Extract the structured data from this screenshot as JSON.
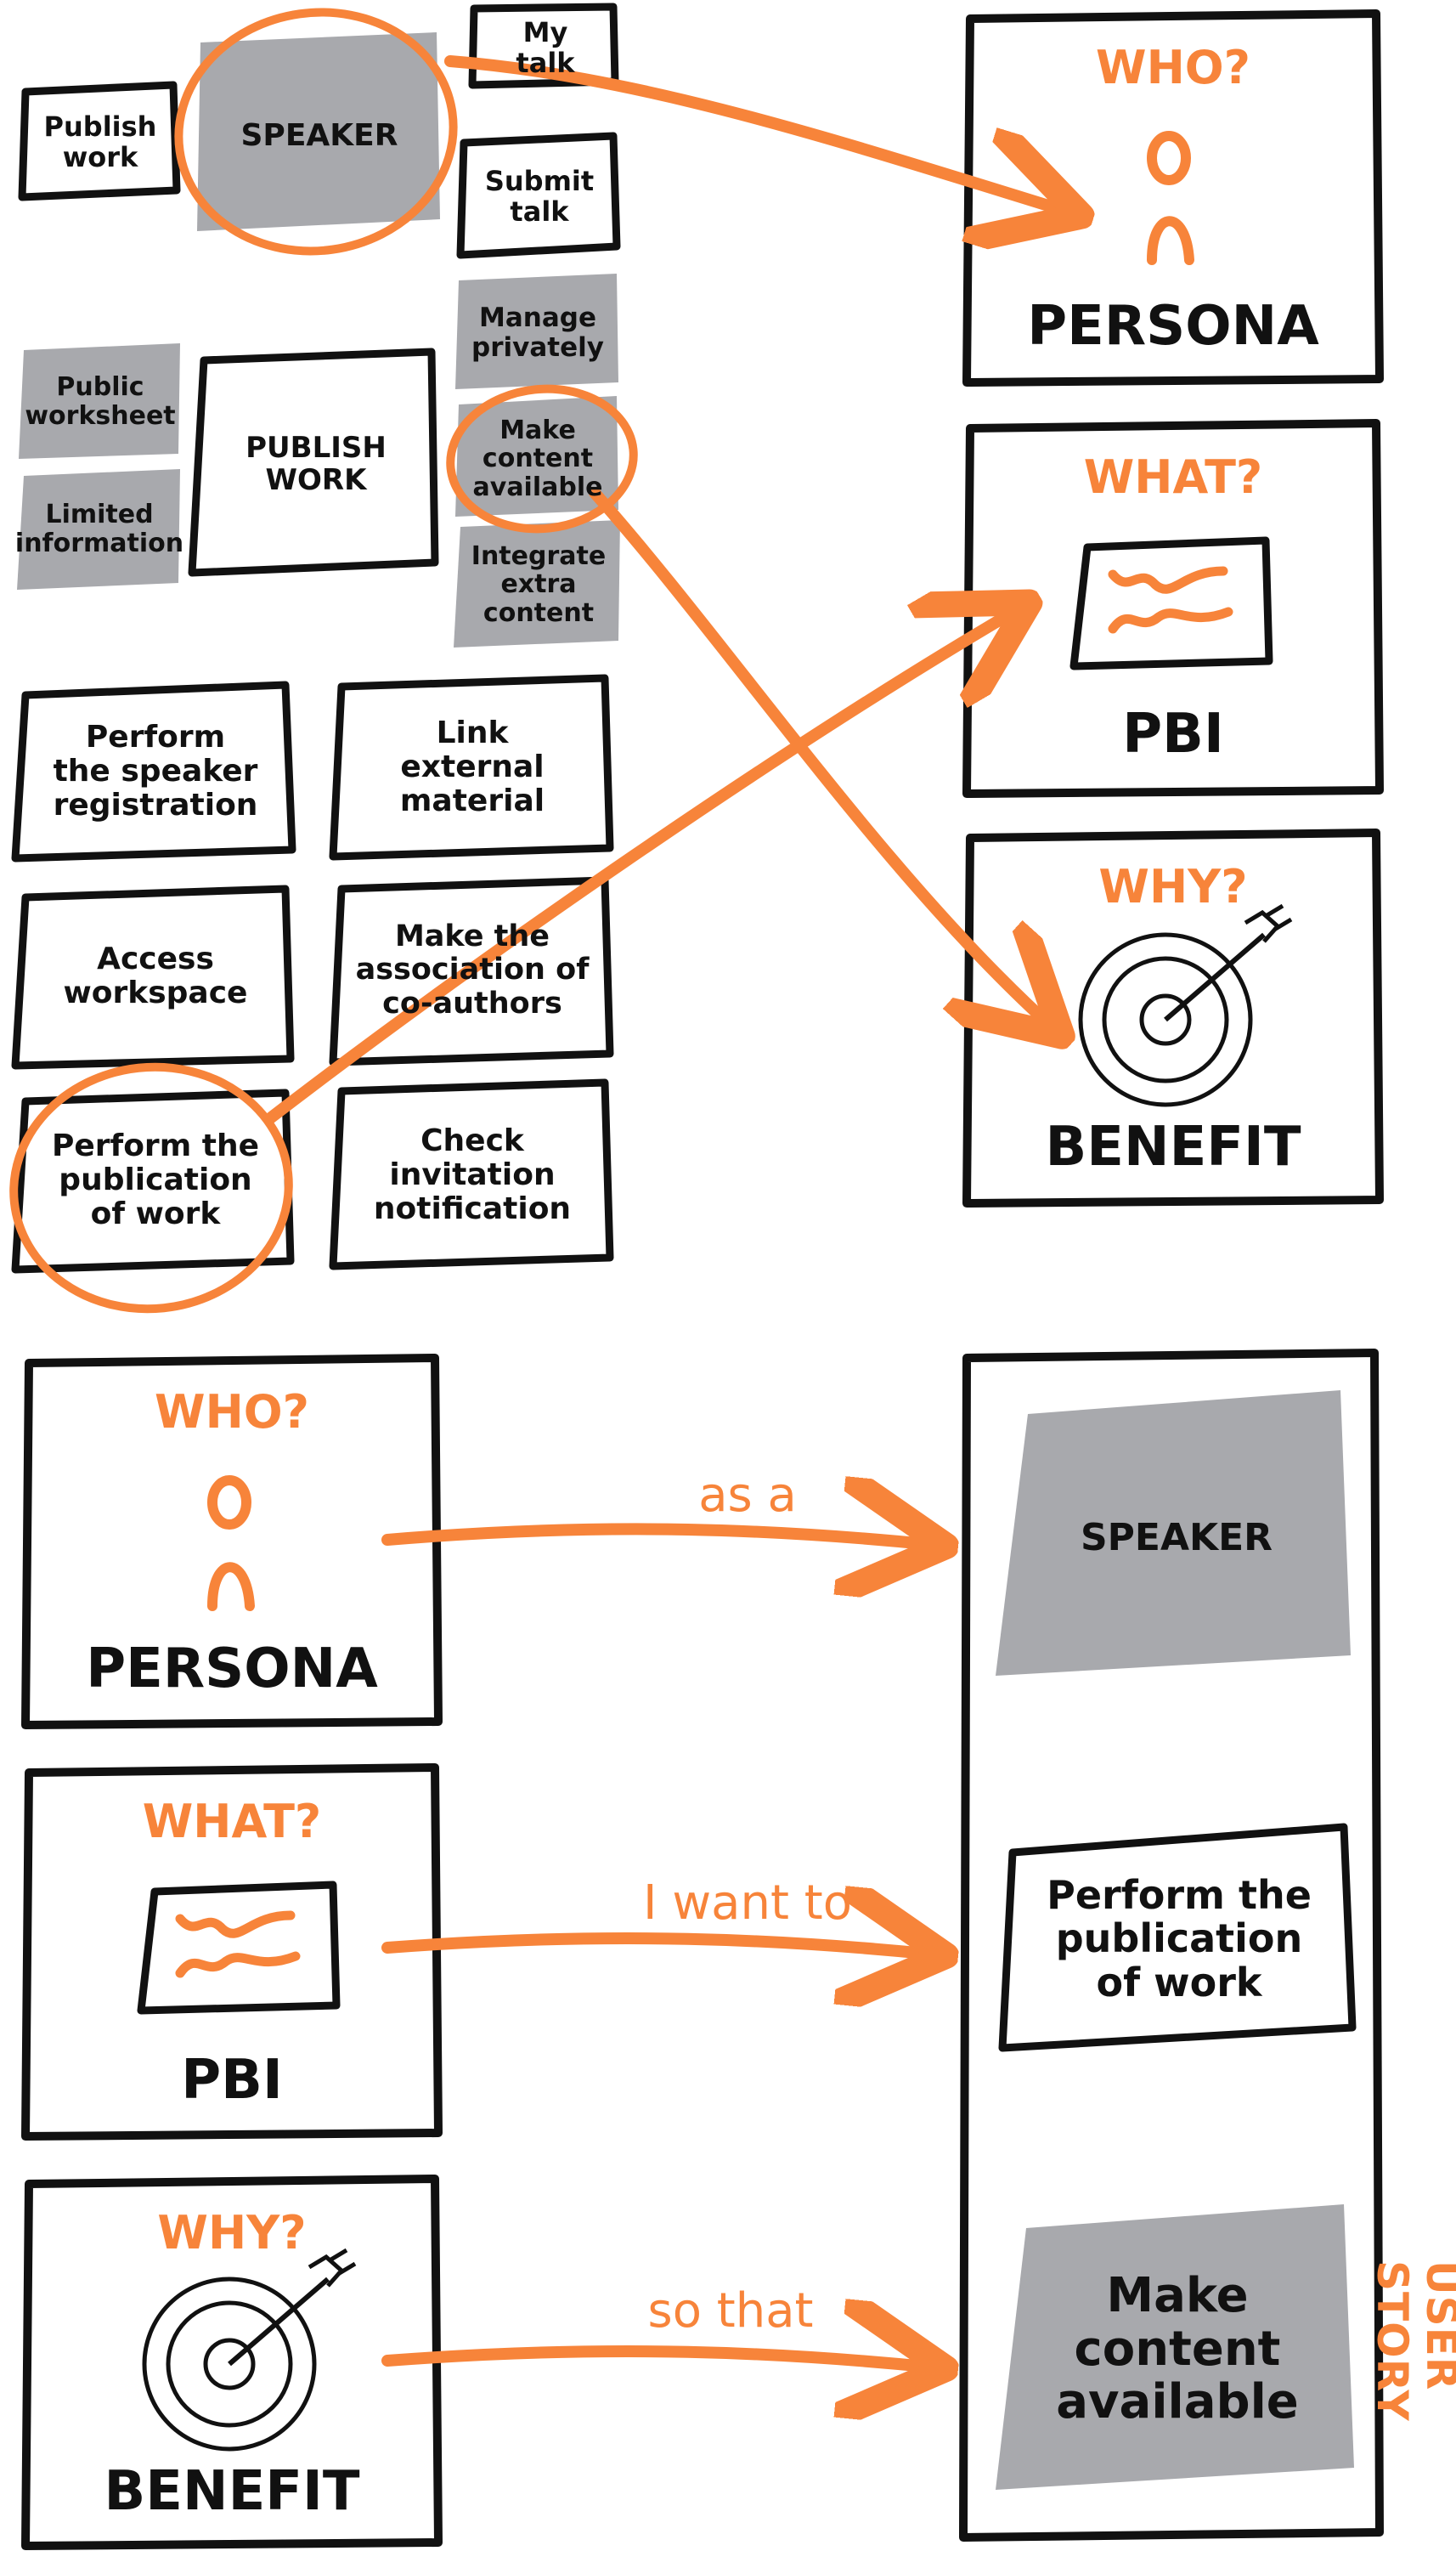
{
  "top": {
    "cards": {
      "my_talk": "My\ntalk",
      "publish_work_small": "Publish\nwork",
      "speaker": "SPEAKER",
      "submit_talk": "Submit\ntalk",
      "manage_privately": "Manage\nprivately",
      "public_worksheet": "Public\nworksheet",
      "publish_work_big": "PUBLISH\nWORK",
      "make_content_available": "Make\ncontent\navailable",
      "limited_information": "Limited\ninformation",
      "integrate_extra_content": "Integrate\nextra\ncontent",
      "perform_speaker_registration": "Perform\nthe speaker\nregistration",
      "link_external_material": "Link\nexternal\nmaterial",
      "access_workspace": "Access\nworkspace",
      "make_association_coauthors": "Make the\nassociation of\nco-authors",
      "perform_publication": "Perform the\npublication\nof work",
      "check_invitation": "Check\ninvitation\nnotification"
    },
    "panels": {
      "who": {
        "question": "WHO?",
        "label": "PERSONA"
      },
      "what": {
        "question": "WHAT?",
        "label": "PBI"
      },
      "why": {
        "question": "WHY?",
        "label": "BENEFIT"
      }
    }
  },
  "bottom": {
    "panels": {
      "who": {
        "question": "WHO?",
        "label": "PERSONA"
      },
      "what": {
        "question": "WHAT?",
        "label": "PBI"
      },
      "why": {
        "question": "WHY?",
        "label": "BENEFIT"
      }
    },
    "connectors": {
      "as_a": "as a",
      "i_want_to": "I want to",
      "so_that": "so that"
    },
    "story": {
      "persona": "SPEAKER",
      "pbi": "Perform the\npublication\nof work",
      "benefit": "Make\ncontent\navailable",
      "vertical_label": "USER STORY"
    }
  },
  "colors": {
    "accent": "#F7843A",
    "sticky_gray": "#A8A9AD",
    "ink": "#111111"
  }
}
